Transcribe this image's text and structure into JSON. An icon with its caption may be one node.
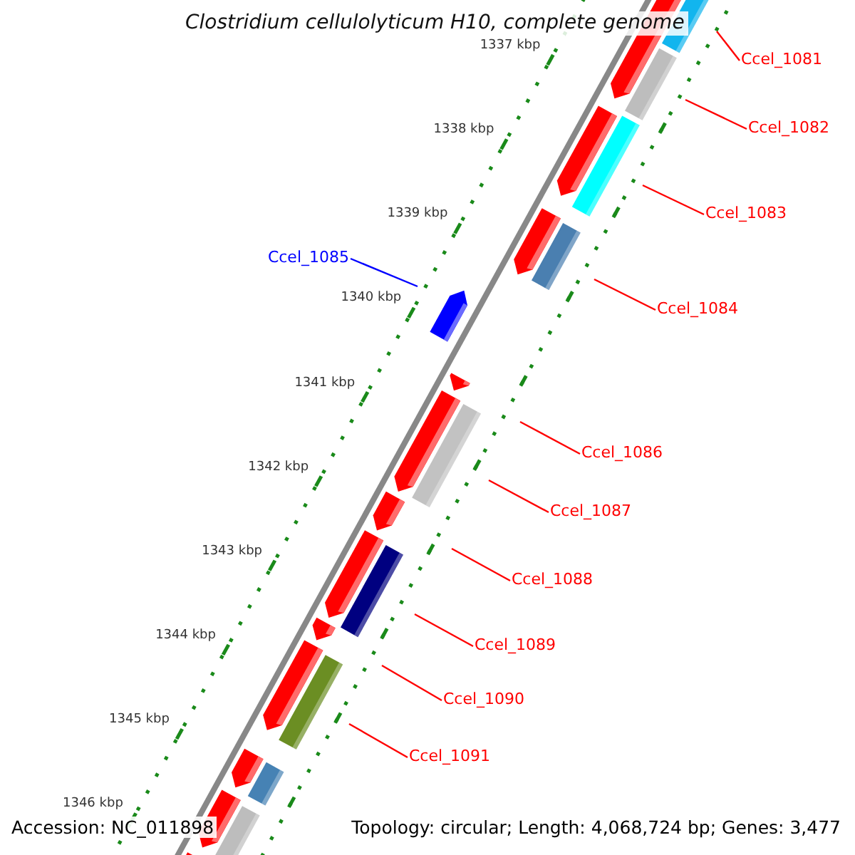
{
  "diagram": {
    "title": "Clostridium cellulolyticum H10, complete genome",
    "nodes": [
      {
        "text": [
          "Ccel_1081"
        ]
      },
      {
        "text": [
          "Ccel_1082"
        ]
      },
      {
        "text": [
          "Ccel_1083"
        ]
      },
      {
        "text": [
          "Ccel_1085"
        ]
      },
      {
        "text": [
          "Ccel_1084"
        ]
      },
      {
        "text": [
          "Ccel_1086"
        ]
      },
      {
        "text": [
          "Ccel_1087"
        ]
      },
      {
        "text": [
          "Ccel_1088"
        ]
      },
      {
        "text": [
          "Ccel_1089"
        ]
      },
      {
        "text": [
          "Ccel_1090"
        ]
      },
      {
        "text": [
          "Ccel_1091"
        ]
      }
    ],
    "edges": [
      {
        "from": 0,
        "to": null,
        "arrow": "none"
      },
      {
        "from": 1,
        "to": null,
        "arrow": "none"
      },
      {
        "from": 2,
        "to": null,
        "arrow": "none"
      },
      {
        "from": 3,
        "to": null,
        "arrow": "none",
        "color": "#0000ff"
      },
      {
        "from": 4,
        "to": null,
        "arrow": "none"
      },
      {
        "from": 5,
        "to": null,
        "arrow": "none"
      },
      {
        "from": 6,
        "to": null,
        "arrow": "none"
      },
      {
        "from": 7,
        "to": null,
        "arrow": "none"
      },
      {
        "from": 8,
        "to": null,
        "arrow": "none"
      },
      {
        "from": 9,
        "to": null,
        "arrow": "none"
      },
      {
        "from": 10,
        "to": null,
        "arrow": "none"
      }
    ],
    "labels": [
      "1337 kbp",
      "1338 kbp",
      "1339 kbp",
      "1340 kbp",
      "1341 kbp",
      "1342 kbp",
      "1343 kbp",
      "1344 kbp",
      "1345 kbp",
      "1346 kbp",
      "Accession: NC_011898",
      "Topology: circular; Length: 4,068,724 bp; Genes: 3,477"
    ]
  }
}
